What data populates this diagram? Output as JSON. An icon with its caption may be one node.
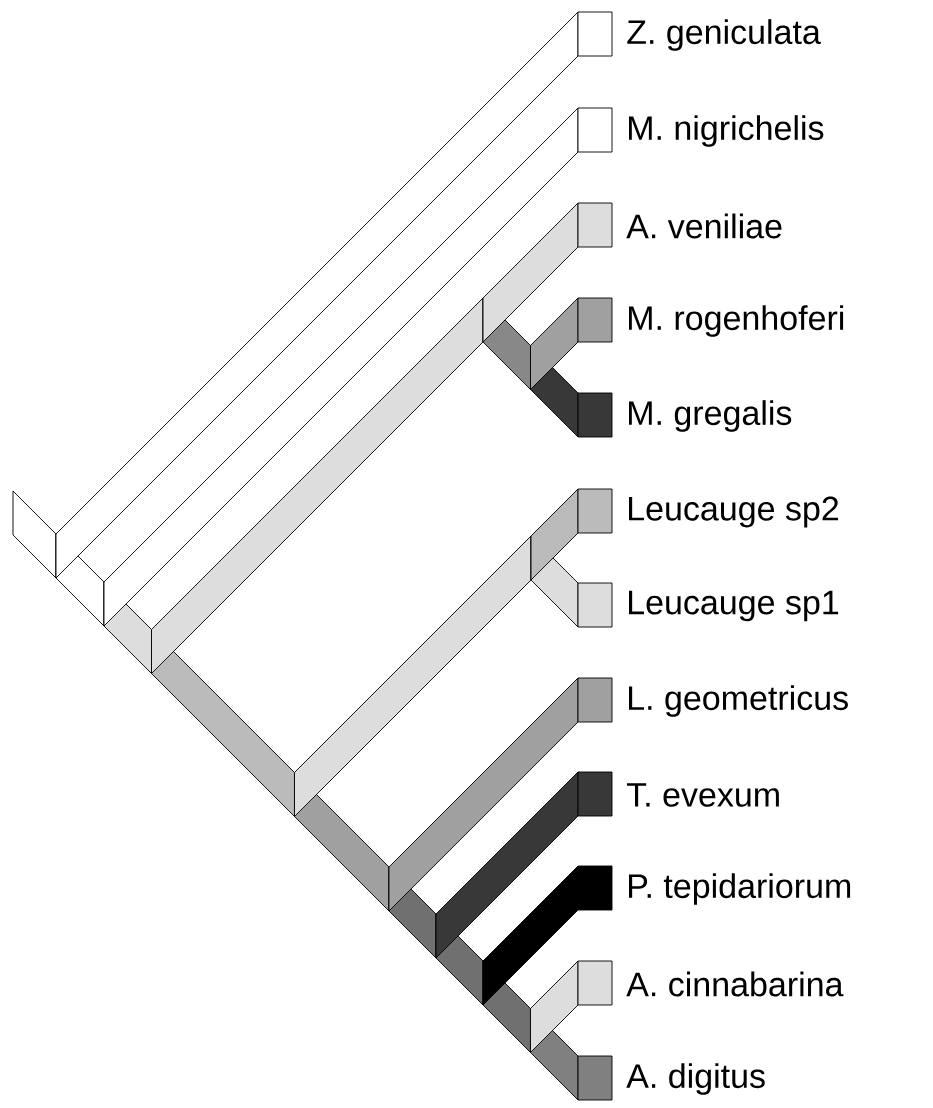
{
  "diagram": {
    "nodes": [
      {
        "text": [],
        "shape": "box",
        "beside": [
          "Z. geniculata"
        ]
      },
      {
        "text": [],
        "shape": "box",
        "beside": [
          "M. nigrichelis"
        ]
      },
      {
        "text": [],
        "shape": "box",
        "beside": [
          "A. veniliae"
        ]
      },
      {
        "text": [],
        "shape": "box",
        "beside": [
          "M. rogenhoferi"
        ]
      },
      {
        "text": [],
        "shape": "box",
        "beside": [
          "M. gregalis"
        ]
      },
      {
        "text": [],
        "shape": "box",
        "beside": [
          "Leucauge sp2"
        ]
      },
      {
        "text": [],
        "shape": "box",
        "beside": [
          "Leucauge sp1"
        ]
      },
      {
        "text": [],
        "shape": "box",
        "beside": [
          "L. geometricus"
        ]
      },
      {
        "text": [],
        "shape": "box",
        "beside": [
          "T. evexum"
        ]
      },
      {
        "text": [],
        "shape": "box",
        "beside": [
          "P. tepidariorum"
        ]
      },
      {
        "text": [],
        "shape": "box",
        "beside": [
          "A. cinnabarina"
        ]
      },
      {
        "text": [],
        "shape": "box",
        "beside": [
          "A. digitus"
        ]
      }
    ]
  }
}
